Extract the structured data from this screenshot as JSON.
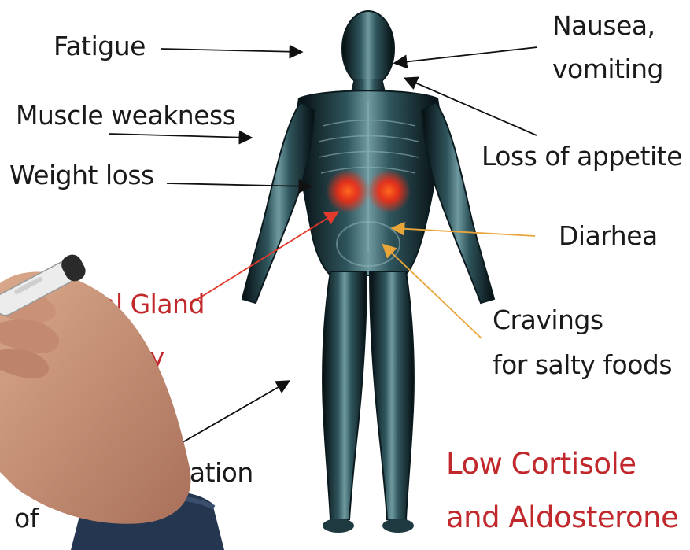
{
  "labels": {
    "fatigue": "Fatigue",
    "muscle_weakness": "Muscle weakness",
    "weight_loss": "Weight loss",
    "nausea_line1": "Nausea,",
    "nausea_line2": "vomiting",
    "loss_of_appetite": "Loss of appetite",
    "diarhea": "Diarhea",
    "cravings_line1": "Cravings",
    "cravings_line2": "for salty foods",
    "adrenal_line1_partial": "enal Gland",
    "adrenal_line2_partial": "ncy",
    "pigmentation_partial": "ntation",
    "pigmentation_line2_partial": "of",
    "low_cortisol_line1": "Low Cortisole",
    "low_cortisol_line2": "and Aldosterone"
  },
  "colors": {
    "text_dark": "#1a1a1a",
    "text_red": "#c0282c",
    "arrow_dark": "#111111",
    "arrow_red": "#e23a2c",
    "arrow_orange": "#e8a53a",
    "body_dark": "#0b1a1e",
    "body_highlight": "#6f9aa0",
    "adrenal_glow": "#ff2a10"
  },
  "icons": {
    "hand": "hand-holding-marker-icon",
    "figure": "human-body-figure-icon"
  }
}
